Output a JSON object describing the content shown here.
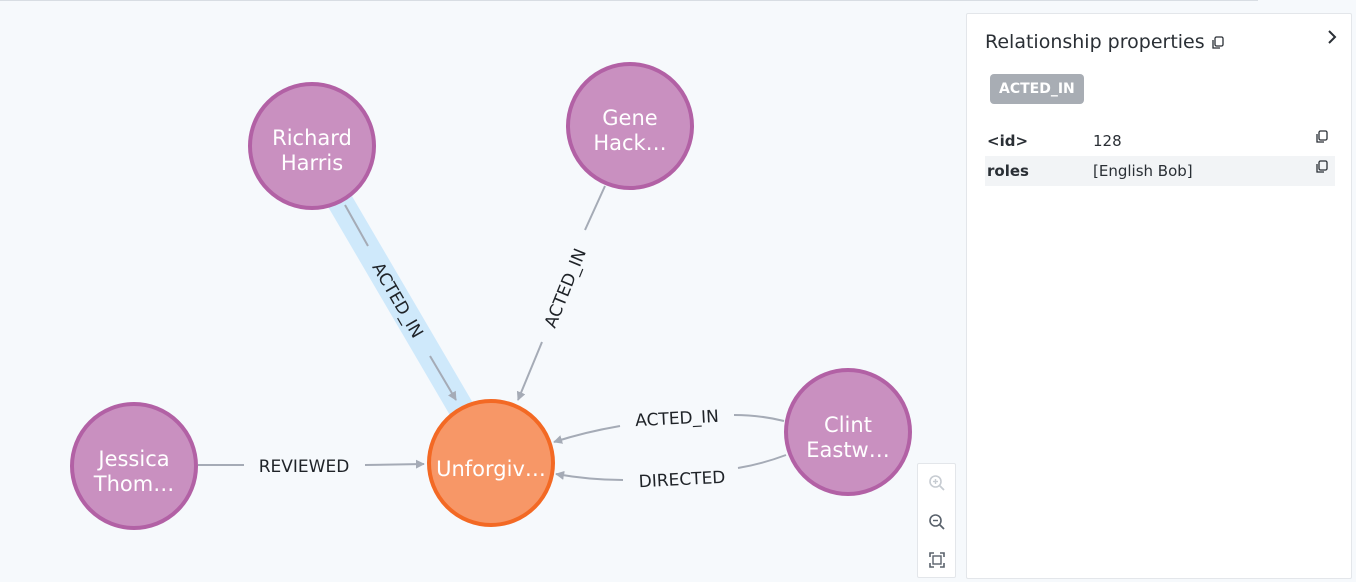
{
  "graph": {
    "nodes": {
      "richard": {
        "line1": "Richard",
        "line2": "Harris",
        "color": "#c990c0",
        "border": "#b261a5"
      },
      "gene": {
        "line1": "Gene",
        "line2": "Hack…",
        "color": "#c990c0",
        "border": "#b261a5"
      },
      "jessica": {
        "line1": "Jessica",
        "line2": "Thom…",
        "color": "#c990c0",
        "border": "#b261a5"
      },
      "clint": {
        "line1": "Clint",
        "line2": "Eastw…",
        "color": "#c990c0",
        "border": "#b261a5"
      },
      "unforgiven": {
        "line1": "Unforgiv…",
        "color": "#f79767",
        "border": "#f36924"
      }
    },
    "relationships": {
      "richard_acted": "ACTED_IN",
      "gene_acted": "ACTED_IN",
      "jessica_reviewed": "REVIEWED",
      "clint_acted": "ACTED_IN",
      "clint_directed": "DIRECTED"
    },
    "selected_highlight": "#cfe9fb",
    "edge_color": "#a5abb6"
  },
  "zoom_controls": {
    "zoom_in": "zoom-in-icon",
    "zoom_out": "zoom-out-icon",
    "fit": "fit-to-screen-icon"
  },
  "panel": {
    "title": "Relationship properties",
    "badge": "ACTED_IN",
    "properties": [
      {
        "key": "<id>",
        "value": "128"
      },
      {
        "key": "roles",
        "value": "[English Bob]"
      }
    ]
  }
}
